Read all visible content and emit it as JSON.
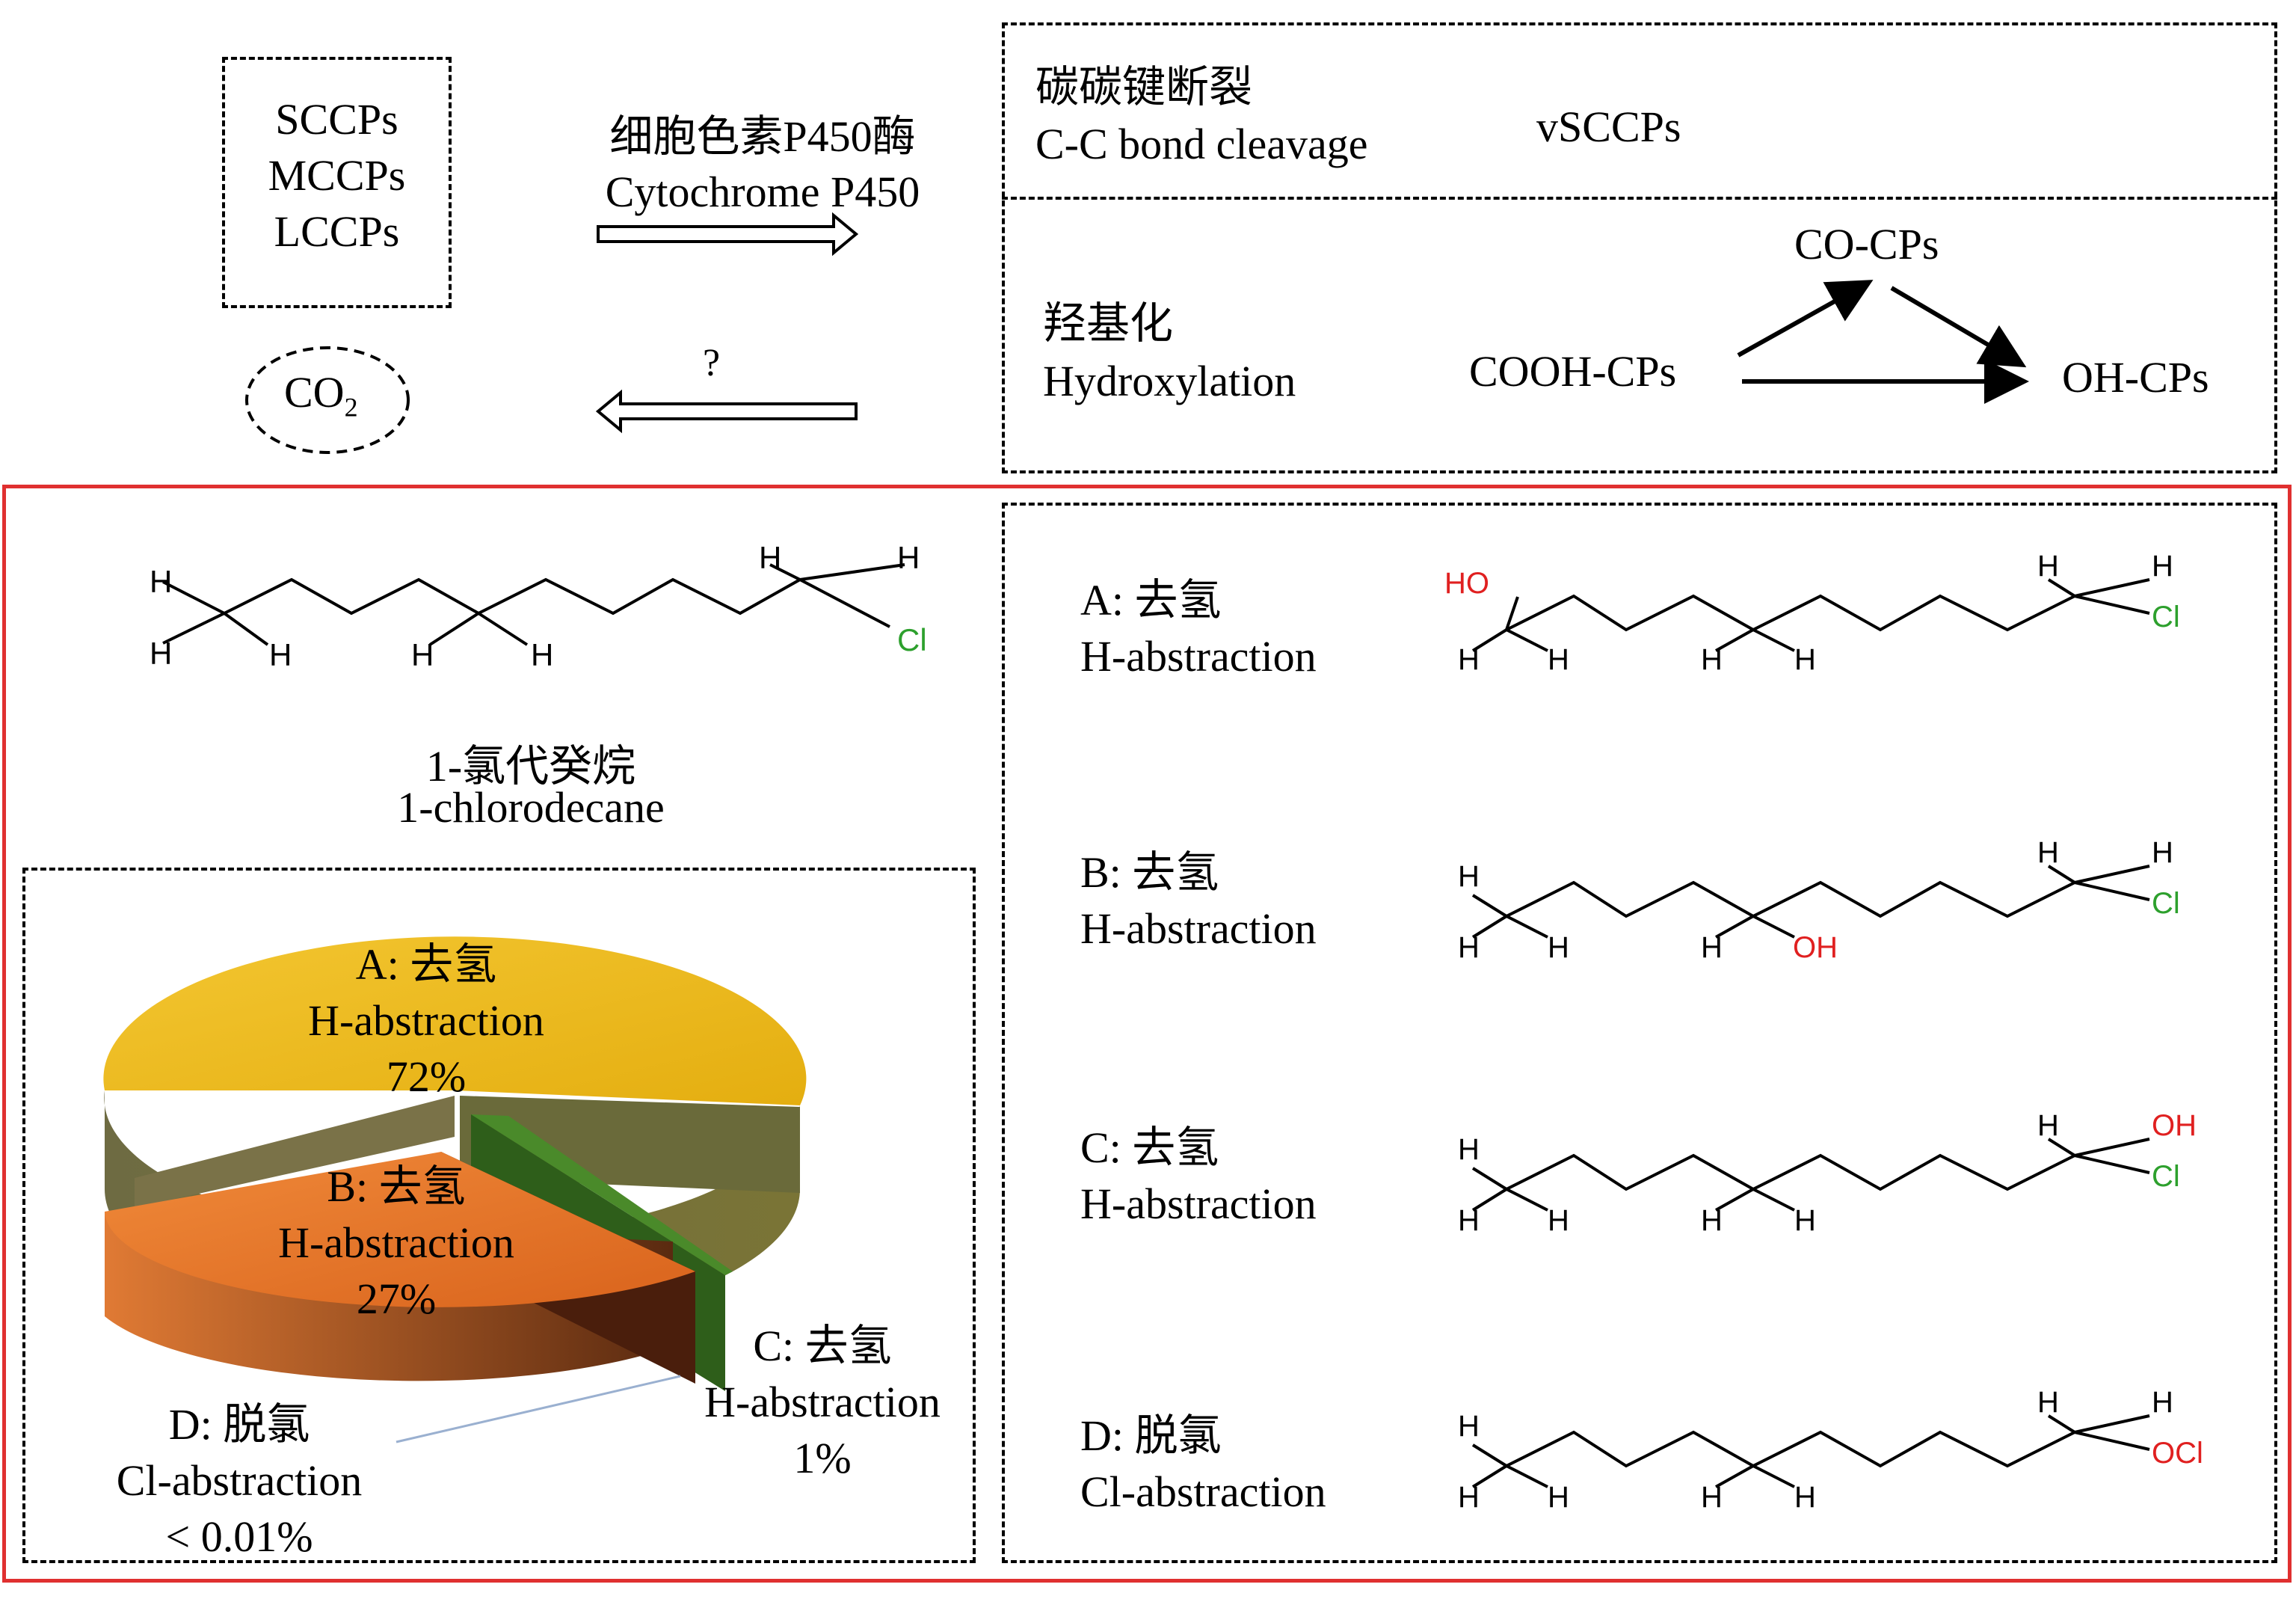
{
  "top": {
    "cp_classes": [
      "SCCPs",
      "MCCPs",
      "LCCPs"
    ],
    "co2": {
      "base": "CO",
      "sub": "2"
    },
    "enzyme_cn": "细胞色素P450酶",
    "enzyme_en": "Cytochrome P450",
    "question_mark": "?",
    "cleavage_cn": "碳碳键断裂",
    "cleavage_en": "C-C bond cleavage",
    "cleavage_product": "vSCCPs",
    "hydroxylation_cn": "羟基化",
    "hydroxylation_en": "Hydroxylation",
    "co_cps": "CO-CPs",
    "cooh_cps": "COOH-CPs",
    "oh_cps": "OH-CPs"
  },
  "molecule": {
    "name_cn": "1-氯代癸烷",
    "name_en": "1-chlorodecane",
    "atom_h": "H",
    "atom_cl": "Cl",
    "group_ho": "HO",
    "group_oh": "OH",
    "group_ocl": "OCl"
  },
  "chart_data": {
    "type": "pie",
    "title": "",
    "slices": [
      {
        "id": "A",
        "label_cn": "A: 去氢",
        "label_en": "H-abstraction",
        "value_text": "72%",
        "value": 72,
        "color": "#EDB91F"
      },
      {
        "id": "B",
        "label_cn": "B: 去氢",
        "label_en": "H-abstraction",
        "value_text": "27%",
        "value": 27,
        "color": "#E8742A"
      },
      {
        "id": "C",
        "label_cn": "C: 去氢",
        "label_en": "H-abstraction",
        "value_text": "1%",
        "value": 1,
        "color": "#4A8A2A"
      },
      {
        "id": "D",
        "label_cn": "D: 脱氯",
        "label_en": "Cl-abstraction",
        "value_text": "< 0.01%",
        "value": 0.01,
        "color": "#9AB0D0"
      }
    ]
  },
  "products": [
    {
      "label_cn": "A: 去氢",
      "label_en": "H-abstraction"
    },
    {
      "label_cn": "B: 去氢",
      "label_en": "H-abstraction"
    },
    {
      "label_cn": "C: 去氢",
      "label_en": "H-abstraction"
    },
    {
      "label_cn": "D: 脱氯",
      "label_en": "Cl-abstraction"
    }
  ],
  "colors": {
    "frame_red": "#E03030",
    "chlorine_green": "#2DA02D",
    "oxygen_red": "#E02020"
  }
}
